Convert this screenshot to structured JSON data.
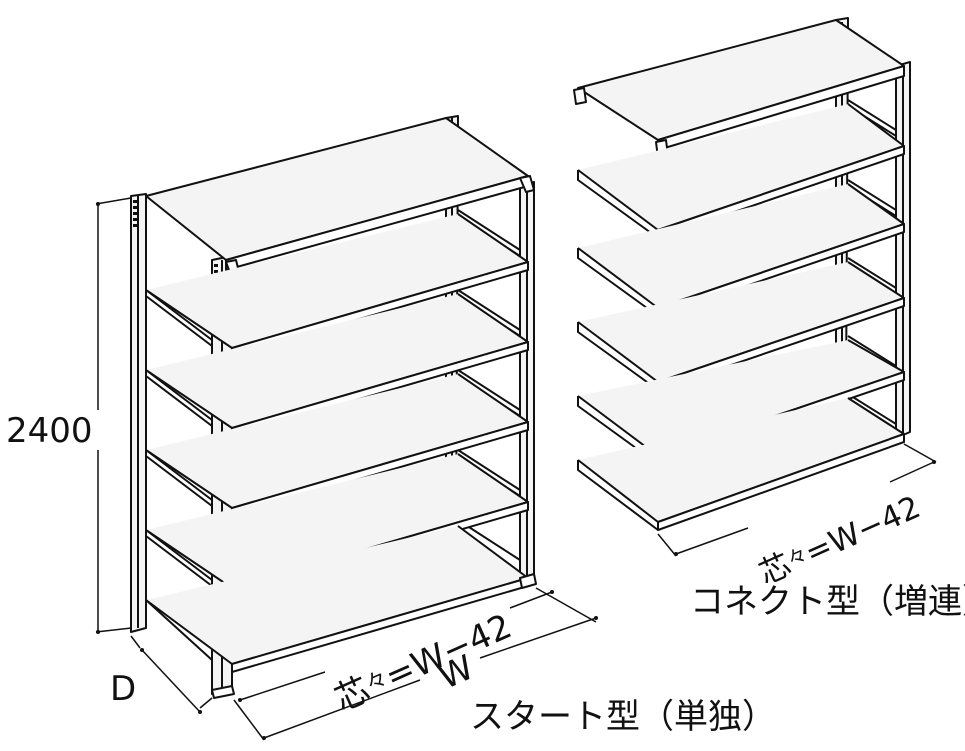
{
  "diagram": {
    "labels": {
      "height": "2400",
      "depth": "D",
      "pitch_start_main": "芯",
      "pitch_start_small": "々",
      "pitch_start_rest": "=W−42",
      "width": "W",
      "start_caption": "スタート型（単独）",
      "pitch_connect_main": "芯",
      "pitch_connect_small": "々",
      "pitch_connect_rest": "=W−42",
      "connect_caption": "コネクト型（増連）"
    },
    "colors": {
      "line": "#111111",
      "shelf_fill": "#f4f4f4",
      "background": "#ffffff"
    }
  }
}
